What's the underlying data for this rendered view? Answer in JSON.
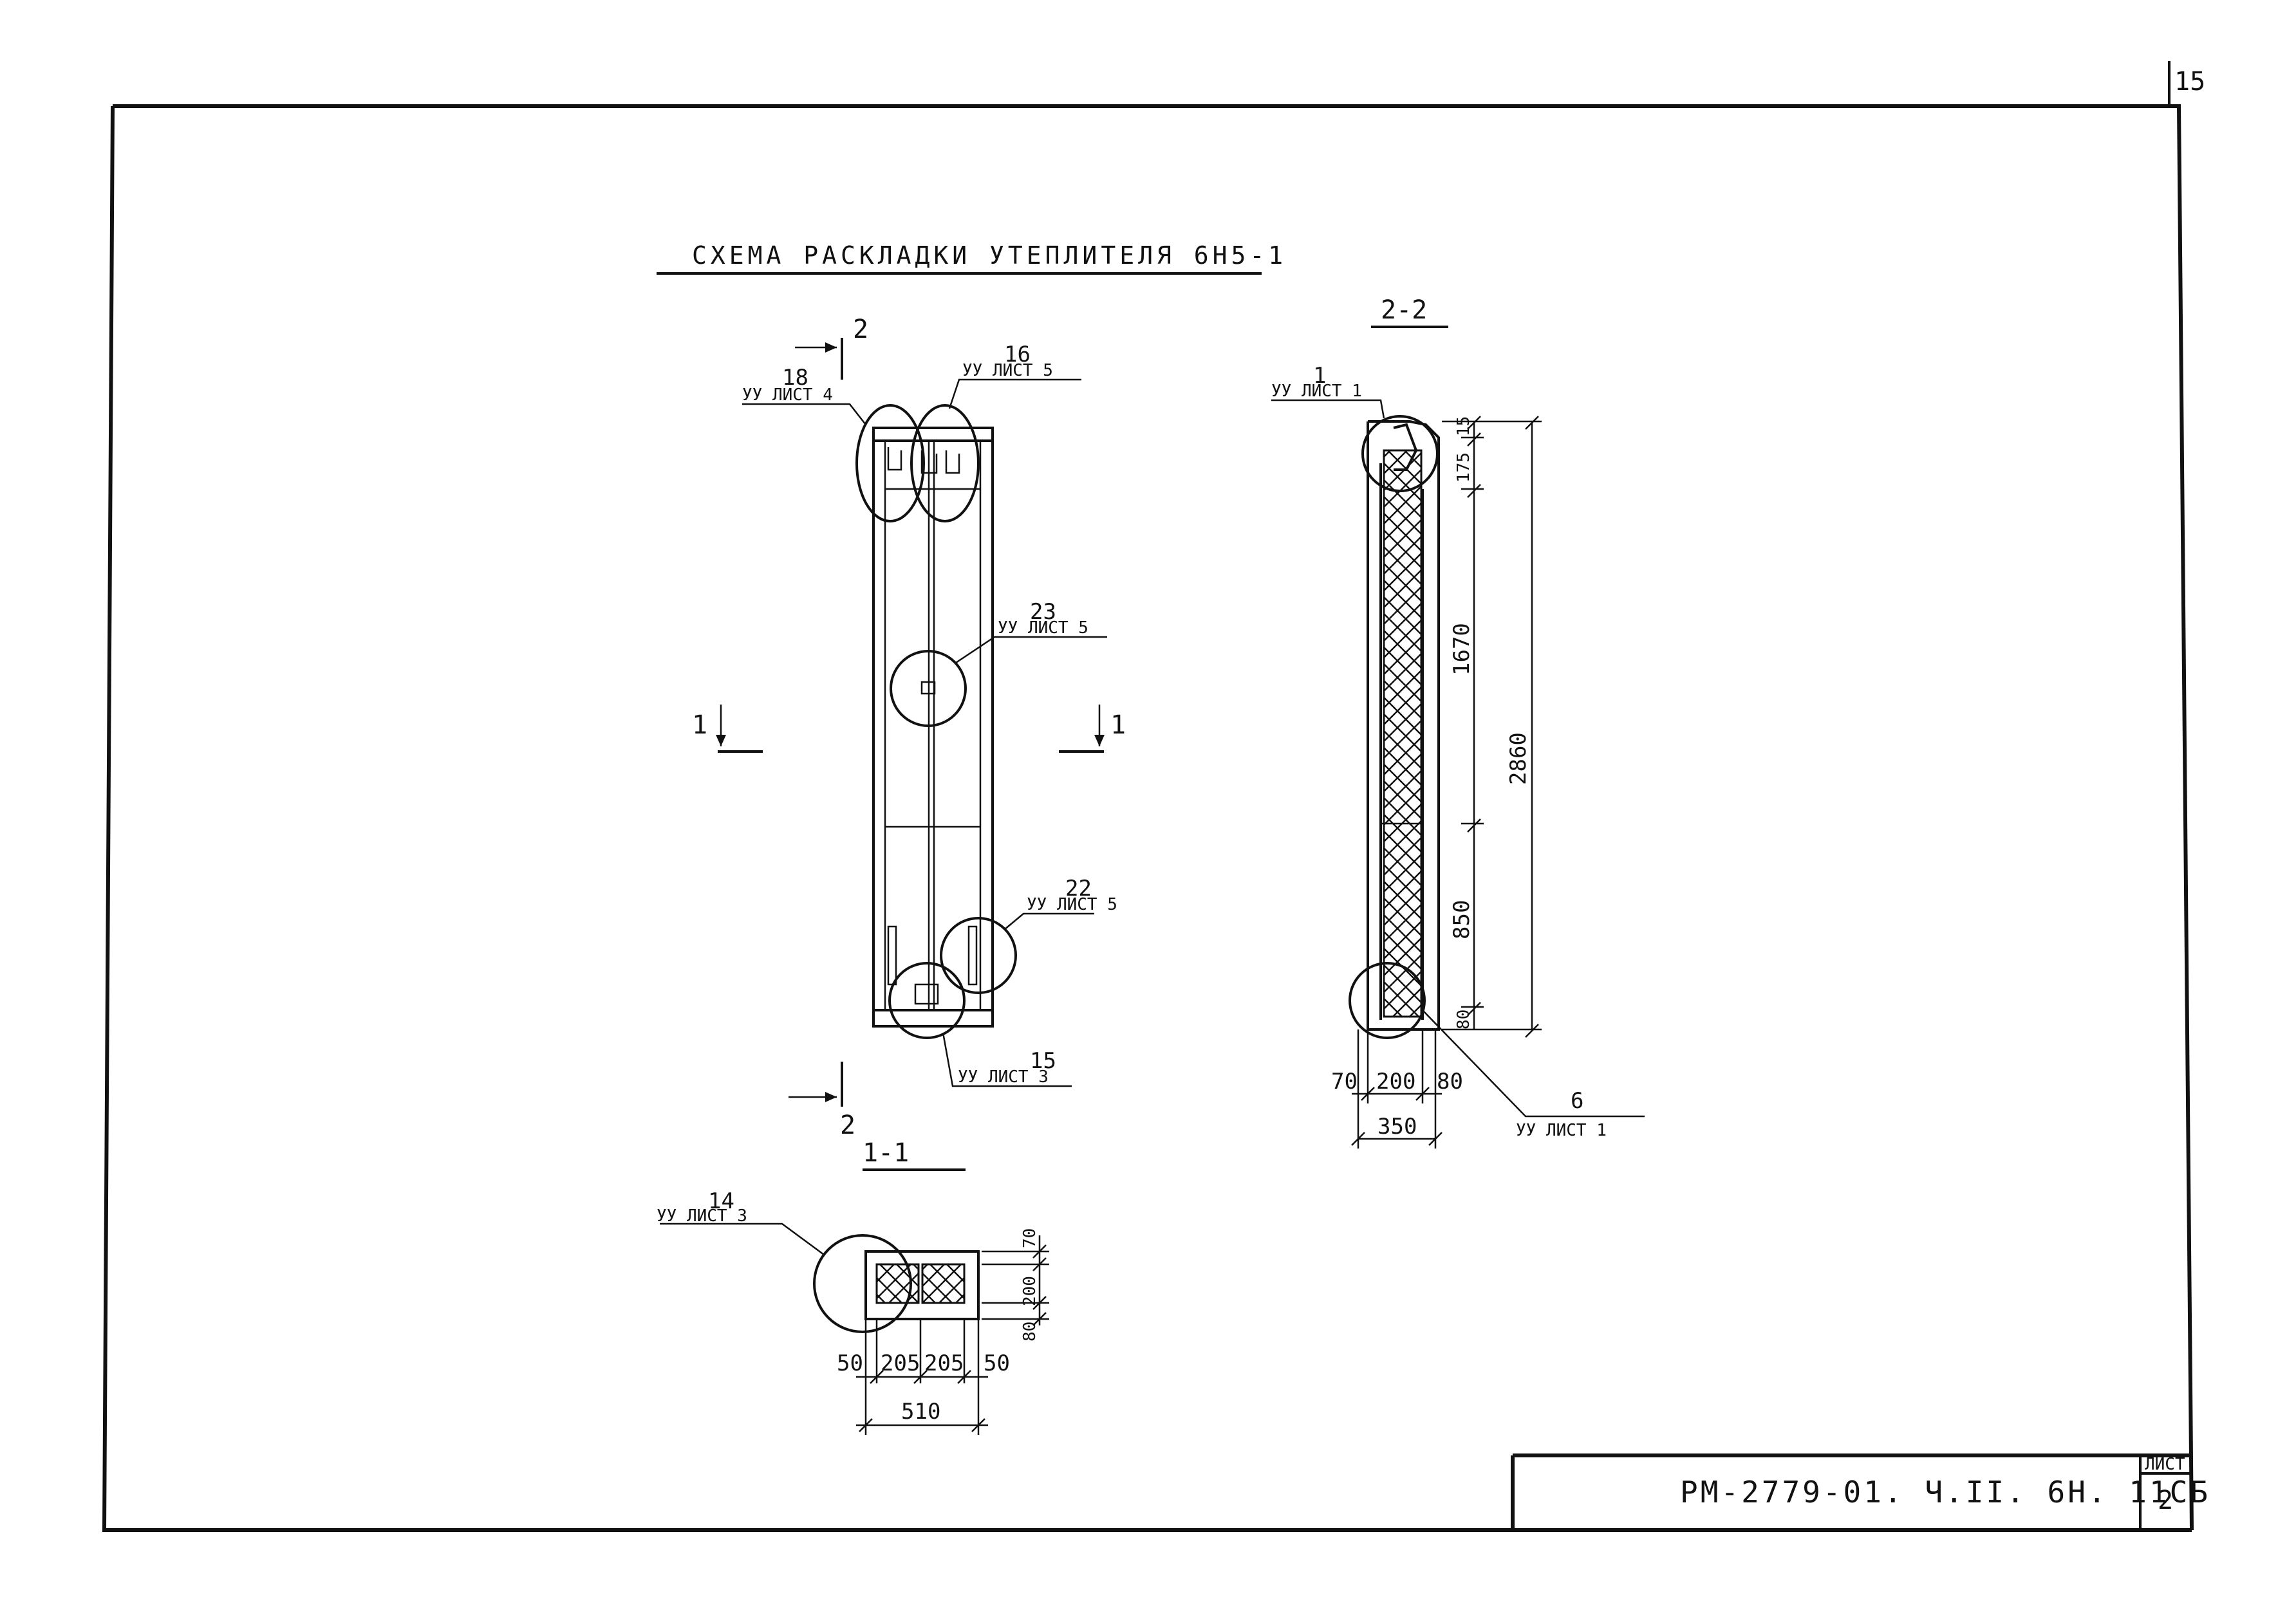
{
  "sheet_corner_number": "15",
  "title": "СХЕМА РАСКЛАДКИ УТЕПЛИТЕЛЯ 6Н5-1",
  "sections": {
    "s22": "2-2",
    "s11": "1-1"
  },
  "cut_marks": {
    "top2": "2",
    "bottom2": "2",
    "left1": "1",
    "right1": "1"
  },
  "callouts": {
    "c18": {
      "num": "18",
      "ref": "УУ ЛИСТ 4"
    },
    "c16": {
      "num": "16",
      "ref": "УУ ЛИСТ 5"
    },
    "c23": {
      "num": "23",
      "ref": "УУ ЛИСТ 5"
    },
    "c22": {
      "num": "22",
      "ref": "УУ ЛИСТ 5"
    },
    "c15": {
      "num": "15",
      "ref": "УУ ЛИСТ 3"
    },
    "c1": {
      "num": "1",
      "ref": "УУ ЛИСТ 1"
    },
    "c6": {
      "num": "6",
      "ref": "УУ ЛИСТ 1"
    },
    "c14": {
      "num": "14",
      "ref": "УУ ЛИСТ 3"
    }
  },
  "dims_22": {
    "d15": "15",
    "d175": "175",
    "d1670": "1670",
    "d850": "850",
    "d80v": "80",
    "d2860": "2860",
    "d70": "70",
    "d200": "200",
    "d80": "80",
    "d350": "350"
  },
  "dims_11": {
    "v70": "70",
    "v200": "200",
    "v80": "80",
    "h50a": "50",
    "h205a": "205",
    "h205b": "205",
    "h50b": "50",
    "h510": "510"
  },
  "stamp": {
    "code": "РМ-2779-01. Ч.II. 6Н. 11СБ",
    "sheet_label": "ЛИСТ",
    "sheet_no": "2"
  }
}
